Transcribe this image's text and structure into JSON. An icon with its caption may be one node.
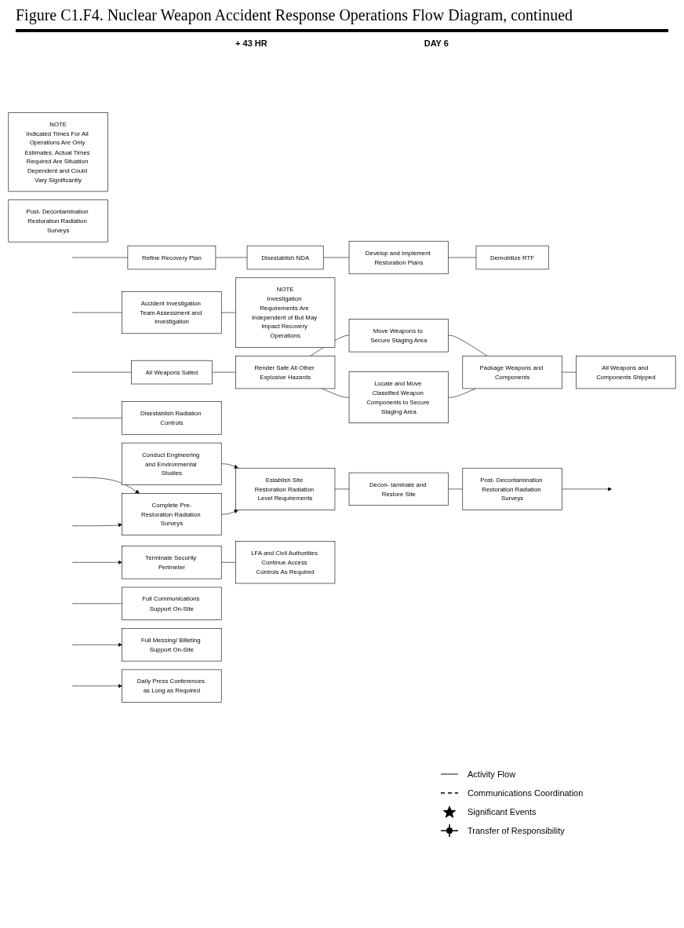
{
  "diagram": {
    "title": "Figure C1.F4.  Nuclear Weapon Accident Response Operations Flow Diagram, continued",
    "nodes": [
      {
        "text": [
          "Refine Recovery Plan"
        ]
      },
      {
        "text": [
          "Disestablish NDA"
        ]
      },
      {
        "text": [
          "Develop and Implement Restoration Plans"
        ]
      },
      {
        "text": [
          "Demobilize RTF"
        ]
      },
      {
        "text": [
          "Accident Investigation Team Assessment and Investigation"
        ]
      },
      {
        "text": [
          "NOTE",
          "Investigation Requirements Are Independent of But May Impact Recovery Operations"
        ]
      },
      {
        "text": [
          "All Weapons Safed"
        ]
      },
      {
        "text": [
          "Render Safe All Other Explosive Hazards"
        ]
      },
      {
        "text": [
          "Move Weapons to Secure Staging Area"
        ]
      },
      {
        "text": [
          "Package Weapons and Components"
        ]
      },
      {
        "text": [
          "All Weapons and Components Shipped"
        ]
      },
      {
        "text": [
          "Locate and Move Classified Weapon Components to Secure Staging Area"
        ]
      },
      {
        "text": [
          "NOTE",
          "Indicated Times For All Operations Are Only Estimates. Actual Times Required Are Situation Dependent and Could Vary Significantly"
        ]
      },
      {
        "text": [
          "Post- Decontamination Restoration Radiation Surveys"
        ]
      },
      {
        "text": [
          "Disestablish Radiation Controls"
        ]
      },
      {
        "text": [
          "Conduct Engineering and Environmental Studies"
        ]
      },
      {
        "text": [
          "Establish Site Restoration Radiation Level Requirements"
        ]
      },
      {
        "text": [
          "Decon- taminate and Restore Site"
        ]
      },
      {
        "text": [
          "Post- Decontamination Restoration Radiation Surveys"
        ]
      },
      {
        "text": [
          "Complete Pre-Restoration Radiation Surveys"
        ]
      },
      {
        "text": [
          "Terminate Security Perimeter"
        ]
      },
      {
        "text": [
          "LFA and Civil Authorities Continue Access Controls As Required"
        ]
      },
      {
        "text": [
          "Full Communications Support On-Site"
        ]
      },
      {
        "text": [
          "Full Messing/ Billeting Support On-Site"
        ]
      },
      {
        "text": [
          "Daily Press Conferences as Long as Required"
        ]
      }
    ],
    "edges": [
      {
        "from": null,
        "to": 0,
        "arrow": "none"
      },
      {
        "from": 0,
        "to": 1,
        "arrow": "none"
      },
      {
        "from": 1,
        "to": 2,
        "arrow": "none"
      },
      {
        "from": 2,
        "to": 3,
        "arrow": "none"
      },
      {
        "from": null,
        "to": 4,
        "arrow": "none"
      },
      {
        "from": 4,
        "to": 5,
        "arrow": "none"
      },
      {
        "from": null,
        "to": 6,
        "arrow": "none"
      },
      {
        "from": 6,
        "to": 7,
        "arrow": "none"
      },
      {
        "from": 7,
        "to": 8,
        "arrow": "none"
      },
      {
        "from": 7,
        "to": 11,
        "arrow": "none"
      },
      {
        "from": 8,
        "to": 9,
        "arrow": "none"
      },
      {
        "from": 11,
        "to": 9,
        "arrow": "none"
      },
      {
        "from": 9,
        "to": 10,
        "arrow": "none"
      },
      {
        "from": null,
        "to": 14,
        "arrow": "none"
      },
      {
        "from": 15,
        "to": 16,
        "arrow": "to"
      },
      {
        "from": 19,
        "to": 16,
        "arrow": "to"
      },
      {
        "from": 16,
        "to": 17,
        "arrow": "none"
      },
      {
        "from": 17,
        "to": 18,
        "arrow": "none"
      },
      {
        "from": 18,
        "to": null,
        "arrow": "to"
      },
      {
        "from": null,
        "to": 19,
        "arrow": "to"
      },
      {
        "from": null,
        "to": 19,
        "arrow": "to"
      },
      {
        "from": null,
        "to": 20,
        "arrow": "to"
      },
      {
        "from": 20,
        "to": 21,
        "arrow": "none"
      },
      {
        "from": null,
        "to": 22,
        "arrow": "none"
      },
      {
        "from": null,
        "to": 23,
        "arrow": "to"
      },
      {
        "from": null,
        "to": 24,
        "arrow": "to"
      }
    ],
    "labels": [
      "+ 43 HR",
      "DAY 6"
    ],
    "legend": [
      {
        "text": "Activity Flow"
      },
      {
        "text": "Communications Coordination"
      },
      {
        "text": "Significant Events"
      },
      {
        "text": "Transfer of Responsibility"
      }
    ]
  }
}
